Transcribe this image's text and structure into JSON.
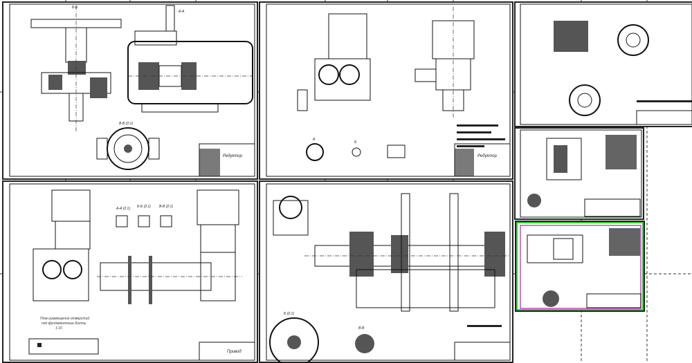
{
  "sheets": [
    {
      "id": "reducer-assembly",
      "title_block": "Редуктор",
      "views": [
        "Б-Б",
        "А-А",
        "В-В (2:1)"
      ]
    },
    {
      "id": "reducer-general",
      "title_block": "Редуктор",
      "views": [
        "А",
        "Б"
      ]
    },
    {
      "id": "detail-sheet-1"
    },
    {
      "id": "detail-sheet-2"
    },
    {
      "id": "detail-sheet-selected"
    },
    {
      "id": "drive-general",
      "title_block": "Привод",
      "views": [
        "А-А (2:1)",
        "Б-Б (2:1)",
        "В-В (2:1)"
      ],
      "note": [
        "План размещения отверстий",
        "под фундаментные болты",
        "1:10"
      ]
    },
    {
      "id": "shaft-assembly",
      "views": [
        "Б (2:1)",
        "В-В"
      ]
    }
  ],
  "colors": {
    "selection_outer": "#d040d0",
    "selection_inner": "#30d030"
  }
}
